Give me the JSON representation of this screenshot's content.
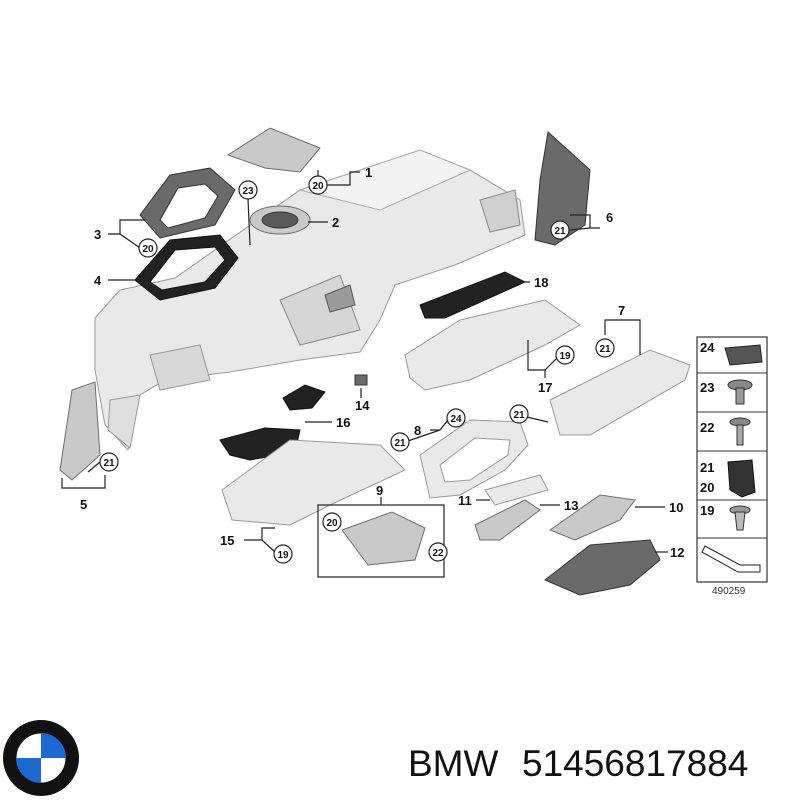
{
  "callouts": {
    "c1": "1",
    "c2": "2",
    "c3": "3",
    "c4": "4",
    "c5": "5",
    "c6": "6",
    "c7": "7",
    "c8": "8",
    "c9": "9",
    "c10": "10",
    "c11": "11",
    "c12": "12",
    "c13": "13",
    "c14": "14",
    "c15": "15",
    "c16": "16",
    "c17": "17",
    "c18": "18",
    "c19": "19",
    "c20": "20",
    "c21": "21",
    "c22": "22",
    "c23": "23",
    "c24": "24"
  },
  "legend": {
    "items": [
      "24",
      "23",
      "22",
      "21",
      "20",
      "19"
    ]
  },
  "diagram_id": "490259",
  "caption": {
    "brand": "BMW",
    "part_number": "51456817884"
  },
  "colors": {
    "logo_blue": "#1c69d4",
    "logo_ring": "#111111"
  }
}
